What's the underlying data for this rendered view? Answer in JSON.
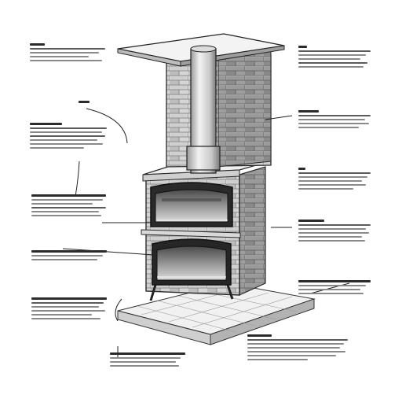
{
  "colors": {
    "ink": "#1e1e1e",
    "brick_light": "#e6e6e6",
    "brick_mid": "#bdbdbd",
    "brick_dark": "#8c8c8c",
    "mortar": "#f4f4f4",
    "steel": "#3a3a3a",
    "paper": "#ffffff"
  },
  "icons": [
    "brick-chimney",
    "flue-pipe",
    "upper-oven-door",
    "lower-firebox-door",
    "hearth-slab",
    "leader-line"
  ]
}
